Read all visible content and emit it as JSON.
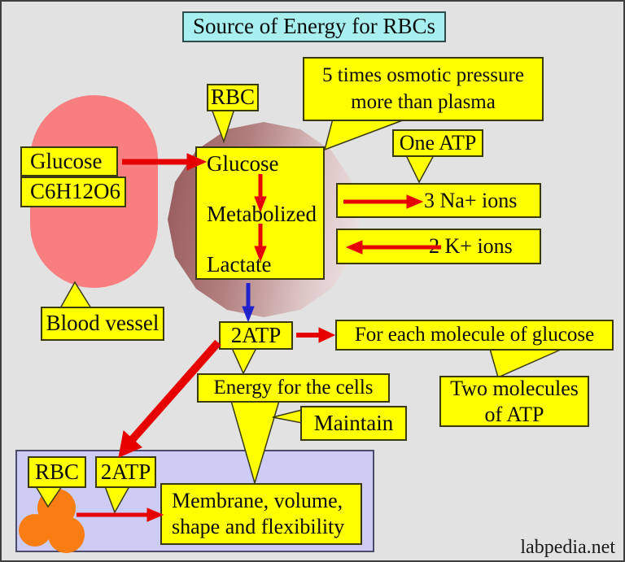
{
  "title": "Source of Energy for RBCs",
  "watermark": "labpedia.net",
  "vessel": {
    "label": "Blood vessel",
    "glucose_label": "Glucose",
    "formula": "C6H12O6"
  },
  "cell": {
    "callout": "RBC",
    "steps": [
      "Glucose",
      "Metabolized",
      "Lactate"
    ]
  },
  "osmotic_note": "5 times osmotic pressure more than plasma",
  "pump": {
    "one_atp": "One ATP",
    "sodium": "3 Na+ ions",
    "potassium": "2 K+ ions"
  },
  "atp": {
    "label": "2ATP",
    "per_glucose_note": "For each molecule of glucose",
    "yield_note": "Two molecules of ATP",
    "energy_note": "Energy for the cells",
    "maintain_note": "Maintain"
  },
  "bottom_panel": {
    "rbc": "RBC",
    "atp": "2ATP",
    "membrane_note": "Membrane, volume, shape and flexibility"
  },
  "colors": {
    "background": "#e2e2e2",
    "box_yellow": "#ffff00",
    "title_cyan": "#a8f0f0",
    "vessel_pink": "#f87e80",
    "cell_gradient_dark": "#95575a",
    "cell_gradient_light": "#f2eaea",
    "panel_lavender": "#ccccf4",
    "rbc_orange": "#f87d12",
    "arrow_red": "#e60000",
    "arrow_blue": "#2222cc"
  }
}
